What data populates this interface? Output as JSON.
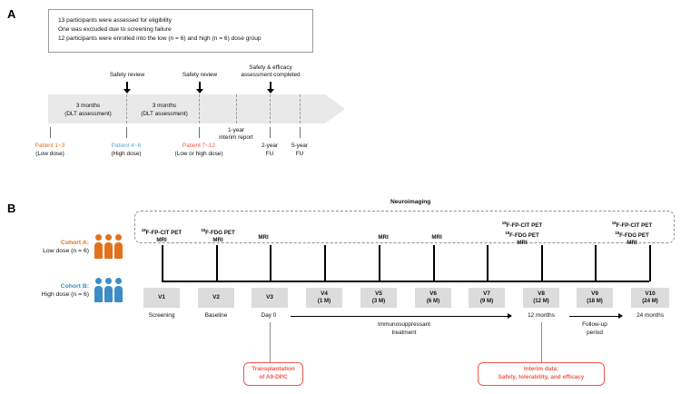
{
  "panelA": {
    "letter": "A",
    "enrollment": [
      "13 participants were assessed for eligibility",
      "One was excluded due to screening failure",
      "12 participants were enrolled into the low (n = 6) and high (n = 6) dose group"
    ],
    "events": [
      {
        "label": "Safety review"
      },
      {
        "label": "Safety review"
      },
      {
        "label_line1": "Safety & efficacy",
        "label_line2": "assessment completed"
      }
    ],
    "segments": [
      {
        "line1": "3 months",
        "line2": "(DLT assessment)"
      },
      {
        "line1": "3 months",
        "line2": "(DLT assessment)"
      }
    ],
    "interim": {
      "line1": "1-year",
      "line2": "interim report"
    },
    "milestones": [
      {
        "line1": "Patient 1~3",
        "line2": "(Low dose)",
        "color": "#E2711D"
      },
      {
        "line1": "Patient 4~6",
        "line2": "(High dose)",
        "color": "#55A8DE"
      },
      {
        "line1": "Patient 7~12",
        "line2": "(Low or high dose)",
        "color": "#F4564E"
      },
      {
        "line1": "2-year",
        "line2": "FU",
        "color": "#111111"
      },
      {
        "line1": "5-year",
        "line2": "FU",
        "color": "#111111"
      }
    ]
  },
  "panelB": {
    "letter": "B",
    "neuroimaging_title": "Neuroimaging",
    "cohorts": [
      {
        "name": "Cohort A:",
        "dose": "Low dose",
        "n": "(n = 6)",
        "color": "#E2711D"
      },
      {
        "name": "Cohort B:",
        "dose": "High dose",
        "n": "(n = 6)",
        "color": "#3C8DC5"
      }
    ],
    "visits": [
      {
        "id": "V1",
        "month": "",
        "imaging": [
          "18F-FP-CIT PET",
          "MRI"
        ],
        "stage": "Screening"
      },
      {
        "id": "V2",
        "month": "",
        "imaging": [
          "18F-FDG PET",
          "MRI"
        ],
        "stage": "Baseline"
      },
      {
        "id": "V3",
        "month": "",
        "imaging": [
          "MRI"
        ],
        "stage": "Day 0"
      },
      {
        "id": "V4",
        "month": "(1 M)",
        "imaging": [],
        "stage": ""
      },
      {
        "id": "V5",
        "month": "(3 M)",
        "imaging": [
          "MRI"
        ],
        "stage": ""
      },
      {
        "id": "V6",
        "month": "(6 M)",
        "imaging": [
          "MRI"
        ],
        "stage": ""
      },
      {
        "id": "V7",
        "month": "(9 M)",
        "imaging": [],
        "stage": ""
      },
      {
        "id": "V8",
        "month": "(12 M)",
        "imaging": [
          "18F-FP-CIT PET",
          "18F-FDG PET",
          "MRI"
        ],
        "stage": "12 months"
      },
      {
        "id": "V9",
        "month": "(18 M)",
        "imaging": [],
        "stage": ""
      },
      {
        "id": "V10",
        "month": "(24 M)",
        "imaging": [
          "18F-FP-CIT PET",
          "18F-FDG PET",
          "MRI"
        ],
        "stage": "24 months"
      }
    ],
    "phases": [
      {
        "line1": "Immunosuppressant",
        "line2": "treatment"
      },
      {
        "line1": "Follow-up",
        "line2": "period"
      }
    ],
    "callouts": [
      {
        "lines": [
          "Transplantation",
          "of A9-DPC"
        ],
        "color": "#F4564E"
      },
      {
        "lines": [
          "Interim data:",
          "Safety, tolerability, and efficacy"
        ],
        "color": "#F4564E"
      }
    ]
  }
}
